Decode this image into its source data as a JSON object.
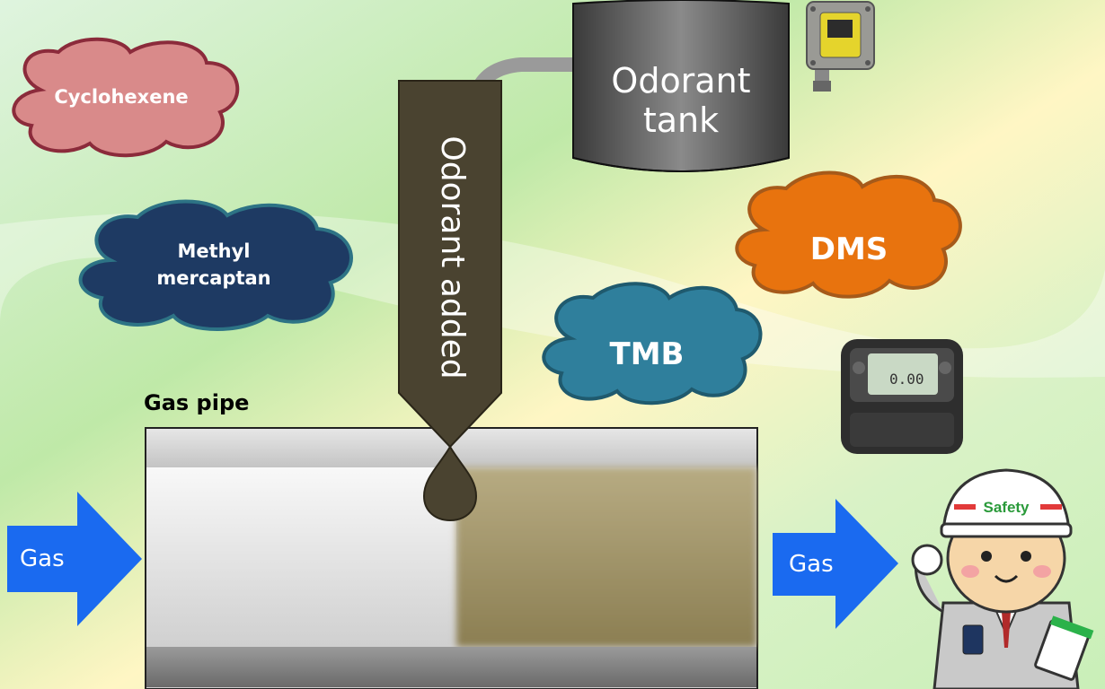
{
  "clouds": {
    "cyclohexene": {
      "label": "Cyclohexene",
      "color": "#d98a8a"
    },
    "methyl": {
      "line1": "Methyl",
      "line2": "mercaptan",
      "color": "#1e3a63"
    },
    "dms": {
      "label": "DMS",
      "color": "#e8730e"
    },
    "tmb": {
      "label": "TMB",
      "color": "#2f7f9c"
    }
  },
  "tank": {
    "line1": "Odorant",
    "line2": "tank"
  },
  "injector": {
    "label": "Odorant added"
  },
  "pipe": {
    "label": "Gas pipe"
  },
  "arrows": {
    "in_label": "Gas",
    "out_label": "Gas",
    "color": "#1a6af0"
  },
  "worker": {
    "helmet_text": "Safety"
  },
  "devices": {
    "display_reading": "0.00"
  }
}
